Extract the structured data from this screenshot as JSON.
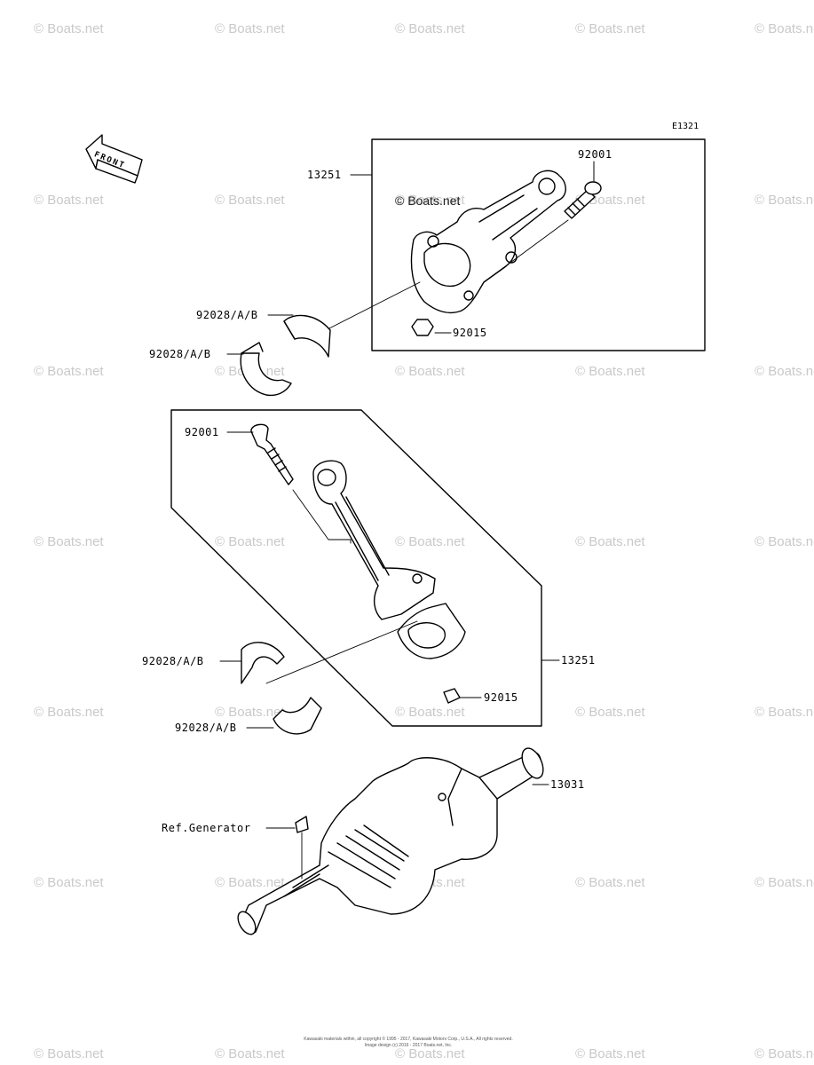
{
  "diagram": {
    "code": "E1321",
    "front_label": "FRONT",
    "watermark_text": "© Boats.net",
    "inline_watermark": "© Boats.net",
    "footer_line1": "Kawasaki materials within, all copyright © 1995 - 2017, Kawasaki Motors Corp., U.S.A., All rights reserved.",
    "footer_line2": "Image design (c) 2016 - 2017 Boats.net, Inc.",
    "parts": {
      "top_rod_assembly": "13251",
      "top_bolt": "92001",
      "top_nut": "92015",
      "top_bearing_a": "92028/A/B",
      "top_bearing_b": "92028/A/B",
      "mid_bolt": "92001",
      "mid_rod_assembly": "13251",
      "mid_nut": "92015",
      "mid_bearing_a": "92028/A/B",
      "mid_bearing_b": "92028/A/B",
      "crankshaft": "13031",
      "ref_generator": "Ref.Generator"
    }
  }
}
